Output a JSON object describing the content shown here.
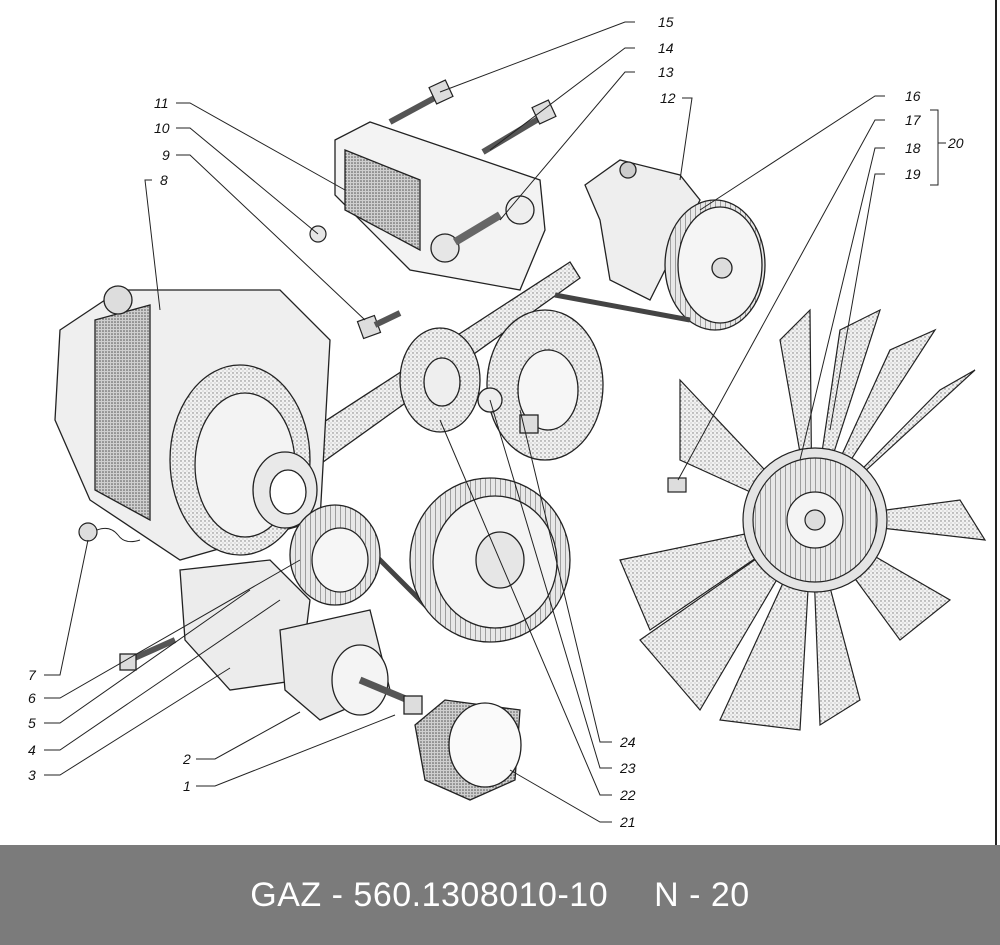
{
  "diagram": {
    "callouts": [
      "1",
      "2",
      "3",
      "4",
      "5",
      "6",
      "7",
      "8",
      "9",
      "10",
      "11",
      "12",
      "13",
      "14",
      "15",
      "16",
      "17",
      "18",
      "19",
      "20",
      "21",
      "22",
      "23",
      "24"
    ]
  },
  "footer": {
    "brand": "GAZ",
    "separator": "-",
    "part_number": "560.1308010-10",
    "page_label": "N - 20"
  },
  "colors": {
    "footer_bg": "#7b7b7b",
    "footer_text": "#ffffff",
    "line": "#222222",
    "shade": "#8a8a8a"
  }
}
